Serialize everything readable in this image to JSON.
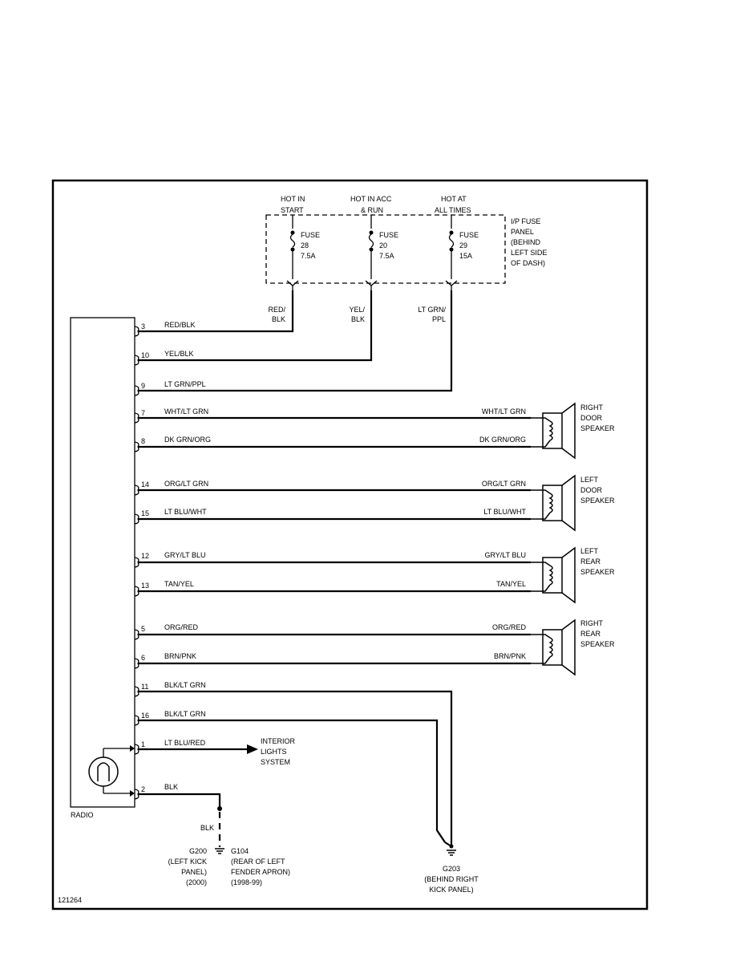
{
  "diagram_id": "121264",
  "radio": {
    "label": "RADIO"
  },
  "fuse_panel": {
    "label": [
      "I/P FUSE",
      "PANEL",
      "(BEHIND",
      "LEFT SIDE",
      "OF DASH)"
    ],
    "fuses": [
      {
        "hot": [
          "HOT IN",
          "START"
        ],
        "label": [
          "FUSE",
          "28",
          "7.5A"
        ],
        "wire": [
          "RED/",
          "BLK"
        ]
      },
      {
        "hot": [
          "HOT IN ACC",
          "& RUN"
        ],
        "label": [
          "FUSE",
          "20",
          "7.5A"
        ],
        "wire": [
          "YEL/",
          "BLK"
        ]
      },
      {
        "hot": [
          "HOT AT",
          "ALL TIMES"
        ],
        "label": [
          "FUSE",
          "29",
          "15A"
        ],
        "wire": [
          "LT GRN/",
          "PPL"
        ]
      }
    ]
  },
  "pins": [
    {
      "pin": "3",
      "wire": "RED/BLK"
    },
    {
      "pin": "10",
      "wire": "YEL/BLK"
    },
    {
      "pin": "9",
      "wire": "LT GRN/PPL"
    },
    {
      "pin": "7",
      "wire": "WHT/LT GRN",
      "right": "WHT/LT GRN"
    },
    {
      "pin": "8",
      "wire": "DK GRN/ORG",
      "right": "DK GRN/ORG"
    },
    {
      "pin": "14",
      "wire": "ORG/LT GRN",
      "right": "ORG/LT GRN"
    },
    {
      "pin": "15",
      "wire": "LT BLU/WHT",
      "right": "LT BLU/WHT"
    },
    {
      "pin": "12",
      "wire": "GRY/LT BLU",
      "right": "GRY/LT BLU"
    },
    {
      "pin": "13",
      "wire": "TAN/YEL",
      "right": "TAN/YEL"
    },
    {
      "pin": "5",
      "wire": "ORG/RED",
      "right": "ORG/RED"
    },
    {
      "pin": "6",
      "wire": "BRN/PNK",
      "right": "BRN/PNK"
    },
    {
      "pin": "11",
      "wire": "BLK/LT GRN"
    },
    {
      "pin": "16",
      "wire": "BLK/LT GRN"
    },
    {
      "pin": "1",
      "wire": "LT BLU/RED"
    },
    {
      "pin": "2",
      "wire": "BLK"
    }
  ],
  "speakers": [
    {
      "label": [
        "RIGHT",
        "DOOR",
        "SPEAKER"
      ]
    },
    {
      "label": [
        "LEFT",
        "DOOR",
        "SPEAKER"
      ]
    },
    {
      "label": [
        "LEFT",
        "REAR",
        "SPEAKER"
      ]
    },
    {
      "label": [
        "RIGHT",
        "REAR",
        "SPEAKER"
      ]
    }
  ],
  "interior_lights": [
    "INTERIOR",
    "LIGHTS",
    "SYSTEM"
  ],
  "ground_wire": "BLK",
  "grounds": {
    "g200": [
      "G200",
      "(LEFT KICK",
      "PANEL)",
      "(2000)"
    ],
    "g104": [
      "G104",
      "(REAR OF LEFT",
      "FENDER APRON)",
      "(1998-99)"
    ],
    "g203": [
      "G203",
      "(BEHIND RIGHT",
      "KICK PANEL)"
    ]
  }
}
